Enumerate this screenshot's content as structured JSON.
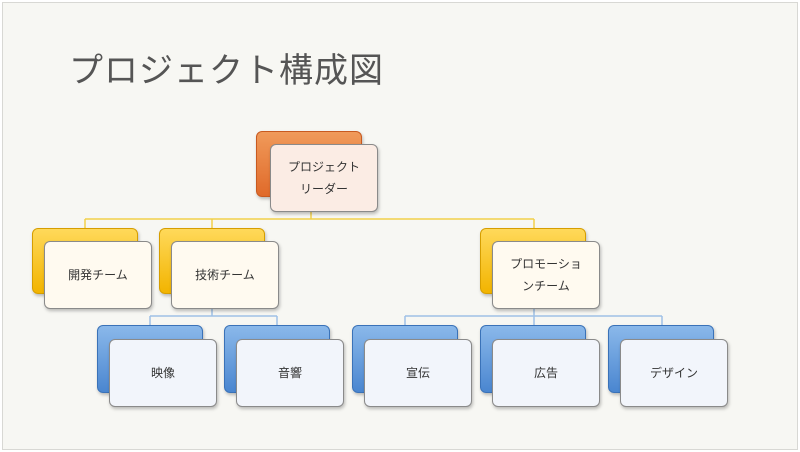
{
  "slide": {
    "title": "プロジェクト構成図"
  },
  "colors": {
    "leader": "#e8762e",
    "team": "#f5c000",
    "sub": "#4f8fd8",
    "connector_yellow": "#f2d04a",
    "connector_blue": "#9fc0e6"
  },
  "nodes": {
    "leader": {
      "line1": "プロジェクト",
      "line2": "リーダー"
    },
    "dev_team": {
      "label": "開発チーム"
    },
    "tech_team": {
      "label": "技術チーム"
    },
    "promo_team": {
      "line1": "プロモーショ",
      "line2": "ンチーム"
    },
    "video": {
      "label": "映像"
    },
    "sound": {
      "label": "音響"
    },
    "publicity": {
      "label": "宣伝"
    },
    "advertising": {
      "label": "広告"
    },
    "design": {
      "label": "デザイン"
    }
  }
}
